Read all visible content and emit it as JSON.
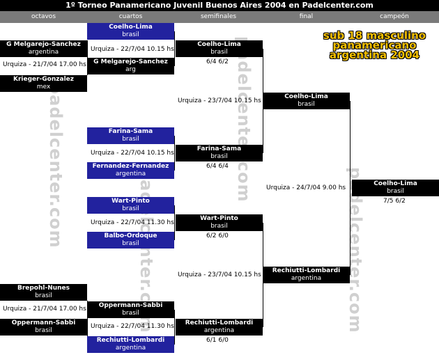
{
  "title": "1º Torneo Panamericano Juvenil Buenos Aires 2004 en Padelcenter.com",
  "rounds": [
    "octavos",
    "cuartos",
    "semifinales",
    "final",
    "campeón"
  ],
  "heading": [
    "sub 18 masculino",
    "panamericano",
    "argentina 2004"
  ],
  "watermark": "padelcenter.com",
  "octavos": [
    {
      "name": "G Melgarejo-Sanchez",
      "country": "argentina"
    },
    {
      "name": "Krieger-Gonzalez",
      "country": "mex"
    },
    {
      "name": "Brepohl-Nunes",
      "country": "brasil"
    },
    {
      "name": "Oppermann-Sabbi",
      "country": "brasil"
    }
  ],
  "octavos_info": [
    "Urquiza - 21/7/04 17.00 hs",
    "Urquiza - 21/7/04 17.00 hs"
  ],
  "cuartos": [
    {
      "name": "Coelho-Lima",
      "country": "brasil"
    },
    {
      "name": "G Melgarejo-Sanchez",
      "country": "arg"
    },
    {
      "name": "Farina-Sama",
      "country": "brasil"
    },
    {
      "name": "Fernandez-Fernandez",
      "country": "argentina"
    },
    {
      "name": "Wart-Pinto",
      "country": "brasil"
    },
    {
      "name": "Balbo-Ordoque",
      "country": "brasil"
    },
    {
      "name": "Oppermann-Sabbi",
      "country": "brasil"
    },
    {
      "name": "Rechiutti-Lombardi",
      "country": "argentina"
    }
  ],
  "cuartos_info": [
    "Urquiza - 22/7/04 10.15 hs",
    "Urquiza - 22/7/04 10.15 hs",
    "Urquiza - 22/7/04 11.30 hs",
    "Urquiza - 22/7/04 11.30 hs"
  ],
  "semis": [
    {
      "name": "Coelho-Lima",
      "country": "brasil",
      "score": "6/4 6/2"
    },
    {
      "name": "Farina-Sama",
      "country": "brasil",
      "score": "6/4 6/4"
    },
    {
      "name": "Wart-Pinto",
      "country": "brasil",
      "score": "6/2 6/0"
    },
    {
      "name": "Rechiutti-Lombardi",
      "country": "argentina",
      "score": "6/1 6/0"
    }
  ],
  "semis_info": [
    "Urquiza - 23/7/04 10.15 hs",
    "Urquiza - 23/7/04 10.15 hs"
  ],
  "final": [
    {
      "name": "Coelho-Lima",
      "country": "brasil"
    },
    {
      "name": "Rechiutti-Lombardi",
      "country": "argentina"
    }
  ],
  "final_info": "Urquiza - 24/7/04 9.00 hs",
  "champion": {
    "name": "Coelho-Lima",
    "country": "brasil",
    "score": "7/5 6/2"
  }
}
